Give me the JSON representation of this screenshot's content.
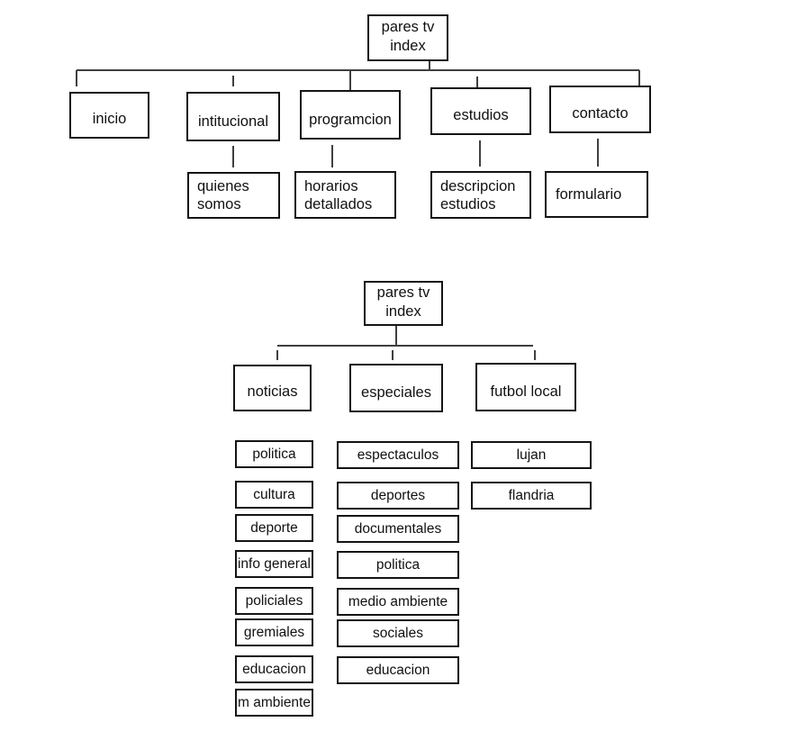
{
  "title": "pares tv sitemap diagrams",
  "colors": {
    "background": "#ffffff",
    "box_border": "#141414",
    "connector_line": "#3f3f3f",
    "text": "#111111"
  },
  "diagram_top": {
    "root": {
      "label": "pares tv\nindex"
    },
    "level1": [
      {
        "label": "inicio"
      },
      {
        "label": "intitucional"
      },
      {
        "label": "programcion"
      },
      {
        "label": "estudios"
      },
      {
        "label": "contacto"
      }
    ],
    "level2": [
      {
        "label": "quienes\nsomos",
        "parent": "intitucional"
      },
      {
        "label": "horarios\ndetallados",
        "parent": "programcion"
      },
      {
        "label": "descripcion\nestudios",
        "parent": "estudios"
      },
      {
        "label": "formulario",
        "parent": "contacto"
      }
    ]
  },
  "diagram_bottom": {
    "root": {
      "label": "pares tv\nindex"
    },
    "sections": [
      {
        "label": "noticias",
        "items": [
          "politica",
          "cultura",
          "deporte",
          "info general",
          "policiales",
          "gremiales",
          "educacion",
          "m ambiente"
        ]
      },
      {
        "label": "especiales",
        "items": [
          "espectaculos",
          "deportes",
          "documentales",
          "politica",
          "medio ambiente",
          "sociales",
          "educacion"
        ]
      },
      {
        "label": "futbol local",
        "items": [
          "lujan",
          "flandria"
        ]
      }
    ]
  }
}
